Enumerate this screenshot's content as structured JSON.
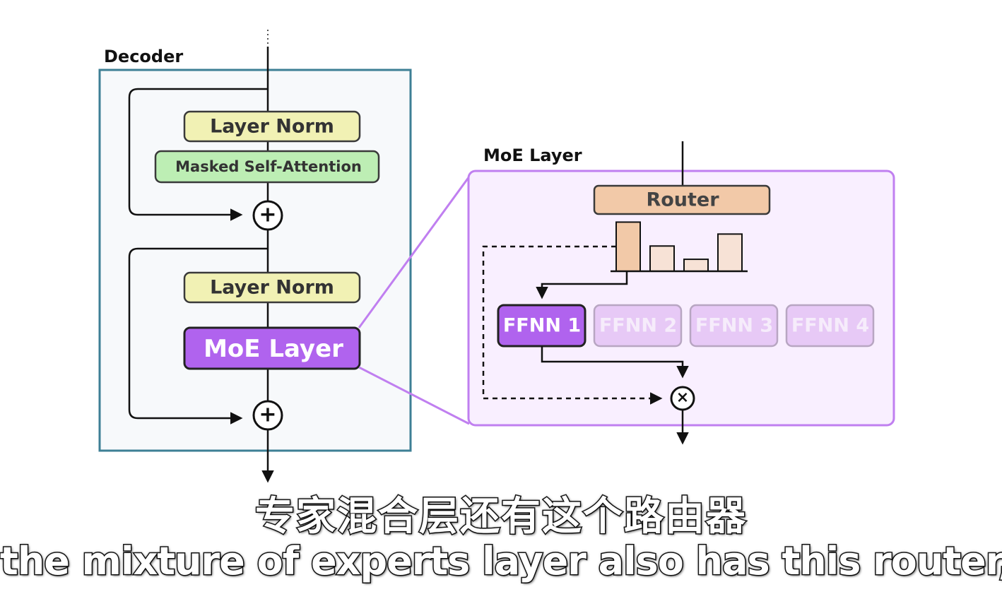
{
  "decoder": {
    "title": "Decoder",
    "layer_norm_1": "Layer Norm",
    "attention": "Masked Self-Attention",
    "layer_norm_2": "Layer Norm",
    "moe_block": "MoE Layer",
    "add_symbol": "+"
  },
  "moe_panel": {
    "title": "MoE Layer",
    "router": "Router",
    "experts": [
      "FFNN 1",
      "FFNN 2",
      "FFNN 3",
      "FFNN 4"
    ],
    "multiply_symbol": "×",
    "router_weights": [
      0.74,
      0.38,
      0.18,
      0.56
    ]
  },
  "subtitles": {
    "chinese": "专家混合层还有这个路由器",
    "english": "the mixture of experts layer also has this router,"
  },
  "colors": {
    "decoder_border": "#3d7f95",
    "layer_norm_fill": "#f1f1b4",
    "attention_fill": "#bdeeb4",
    "moe_fill": "#b063ee",
    "moe_panel_border": "#c07ff0",
    "moe_panel_fill": "#f9efff",
    "router_fill": "#f2c9a8",
    "expert_inactive_fill": "#e7c9f6"
  }
}
